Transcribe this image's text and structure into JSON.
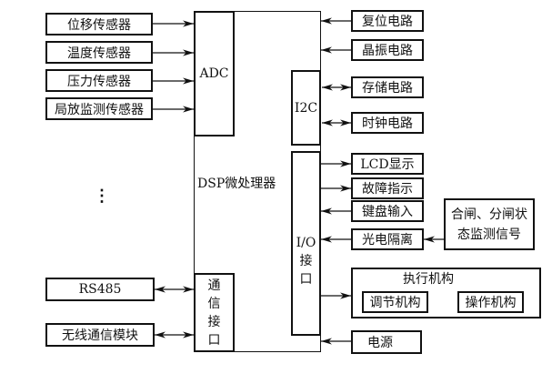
{
  "sensors": [
    {
      "label": "位移传感器"
    },
    {
      "label": "温度传感器"
    },
    {
      "label": "压力传感器"
    },
    {
      "label": "局放监测传感器"
    }
  ],
  "ellipsis": "⋮",
  "comm_devices": [
    {
      "label": "RS485"
    },
    {
      "label": "无线通信模块"
    }
  ],
  "dsp": {
    "title": "DSP微处理器",
    "adc": "ADC",
    "i2c": "I2C",
    "io": [
      "I/O",
      "接",
      "口"
    ],
    "comm": [
      "通",
      "信",
      "接",
      "口"
    ]
  },
  "right_top": [
    {
      "label": "复位电路"
    },
    {
      "label": "晶振电路"
    }
  ],
  "i2c_devices": [
    {
      "label": "存储电路"
    },
    {
      "label": "时钟电路"
    }
  ],
  "io_devices": [
    {
      "label": "LCD显示"
    },
    {
      "label": "故障指示"
    },
    {
      "label": "键盘输入"
    },
    {
      "label": "光电隔离"
    }
  ],
  "status_signal": {
    "line1": "合闸、分闸状",
    "line2": "态监测信号"
  },
  "actuator": {
    "title": "执行机构",
    "children": [
      {
        "label": "调节机构"
      },
      {
        "label": "操作机构"
      }
    ]
  },
  "power": {
    "label": "电源"
  }
}
